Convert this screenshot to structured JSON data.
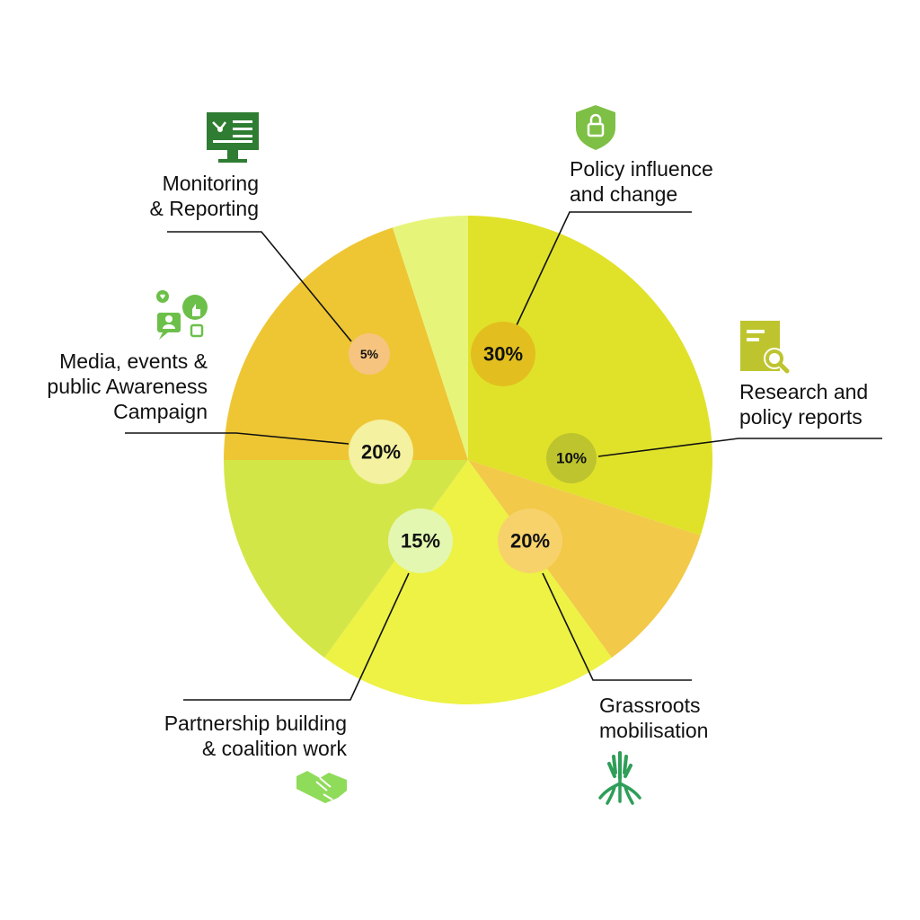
{
  "chart_data": {
    "type": "pie",
    "title": "",
    "start_angle_deg": -90,
    "legend": "none",
    "slices": [
      {
        "label_lines": [
          "Policy influence",
          "and change"
        ],
        "value": 30,
        "value_label": "30%",
        "color": "#E0E22A",
        "badge_color": "#E2BF1E",
        "icon": "shield-lock-icon",
        "icon_color": "#7EC045"
      },
      {
        "label_lines": [
          "Research and",
          "policy reports"
        ],
        "value": 10,
        "value_label": "10%",
        "color": "#F2C948",
        "badge_color": "#BDC42E",
        "icon": "document-search-icon",
        "icon_color": "#BDC42E"
      },
      {
        "label_lines": [
          "Grassroots",
          "mobilisation"
        ],
        "value": 20,
        "value_label": "20%",
        "color": "#EDF244",
        "badge_color": "#F7D26B",
        "icon": "hand-roots-icon",
        "icon_color": "#2E9E58"
      },
      {
        "label_lines": [
          "Partnership building",
          "& coalition work"
        ],
        "value": 15,
        "value_label": "15%",
        "color": "#D3E647",
        "badge_color": "#E3F7B1",
        "icon": "handshake-icon",
        "icon_color": "#8FDB5A"
      },
      {
        "label_lines": [
          "Media, events &",
          "public Awareness",
          "Campaign"
        ],
        "value": 20,
        "value_label": "20%",
        "color": "#EEC633",
        "badge_color": "#F4F1A0",
        "icon": "social-media-icon",
        "icon_color": "#6CC04A"
      },
      {
        "label_lines": [
          "Monitoring",
          "& Reporting"
        ],
        "value": 5,
        "value_label": "5%",
        "color": "#E6F57A",
        "badge_color": "#F6C47F",
        "icon": "monitor-chart-icon",
        "icon_color": "#2E7D32"
      }
    ]
  }
}
